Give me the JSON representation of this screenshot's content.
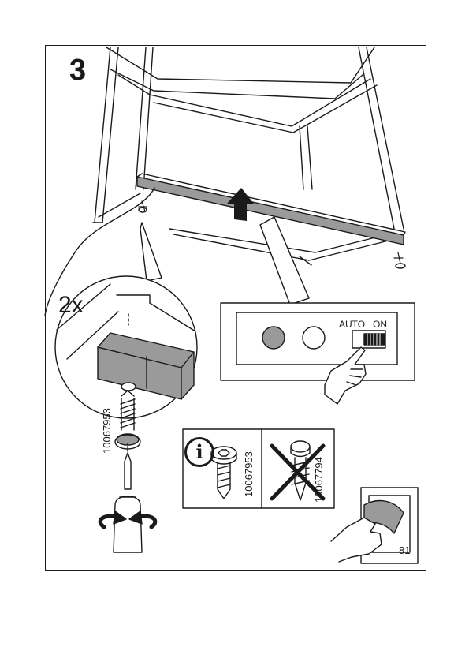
{
  "step": {
    "number": "3"
  },
  "detail": {
    "quantity": "2x",
    "part_number": "10067953"
  },
  "switch_panel": {
    "auto_label": "AUTO",
    "on_label": "ON"
  },
  "info_box": {
    "info_symbol": "i",
    "correct_part": "10067953",
    "wrong_part": "10067794"
  },
  "page": {
    "number": "81"
  },
  "icons": [
    "info-icon",
    "hand-pointer-icon",
    "page-turn-icon",
    "screwdriver-icon",
    "rotate-arrows-icon",
    "cross-out-icon"
  ]
}
